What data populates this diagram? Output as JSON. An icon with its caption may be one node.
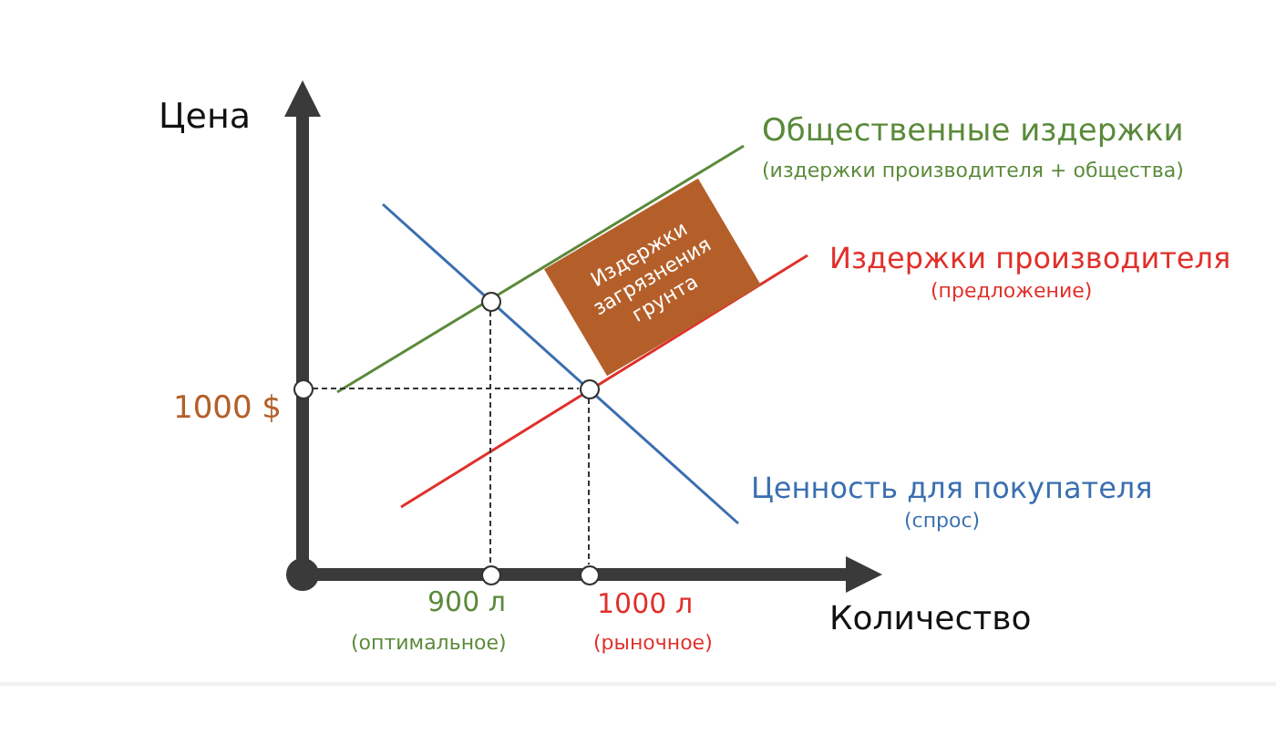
{
  "diagram": {
    "nodes": [
      {
        "text": [
          "Издержки загрязнения грунта"
        ]
      },
      {
        "text": [],
        "shape": "circle"
      },
      {
        "text": [],
        "shape": "circle"
      },
      {
        "text": [],
        "shape": "circle"
      },
      {
        "text": [],
        "shape": "circle"
      },
      {
        "text": [],
        "shape": "circle"
      }
    ],
    "edges": [
      {
        "from": 1,
        "to": 3,
        "arrow": "none",
        "style": "dashed"
      },
      {
        "from": 2,
        "to": 4,
        "arrow": "none",
        "style": "dashed"
      },
      {
        "from": 3,
        "to": 5,
        "arrow": "none",
        "style": "dashed"
      }
    ],
    "labels": [
      "Цена",
      "Общественные издержки",
      "(издержки производителя + общества)",
      "Издержки производителя",
      "(предложение)",
      "1000 $",
      "Ценность для покупателя",
      "(спрос)",
      "900 л",
      "(оптимальное)",
      "1000 л",
      "(рыночное)",
      "Количество"
    ]
  }
}
